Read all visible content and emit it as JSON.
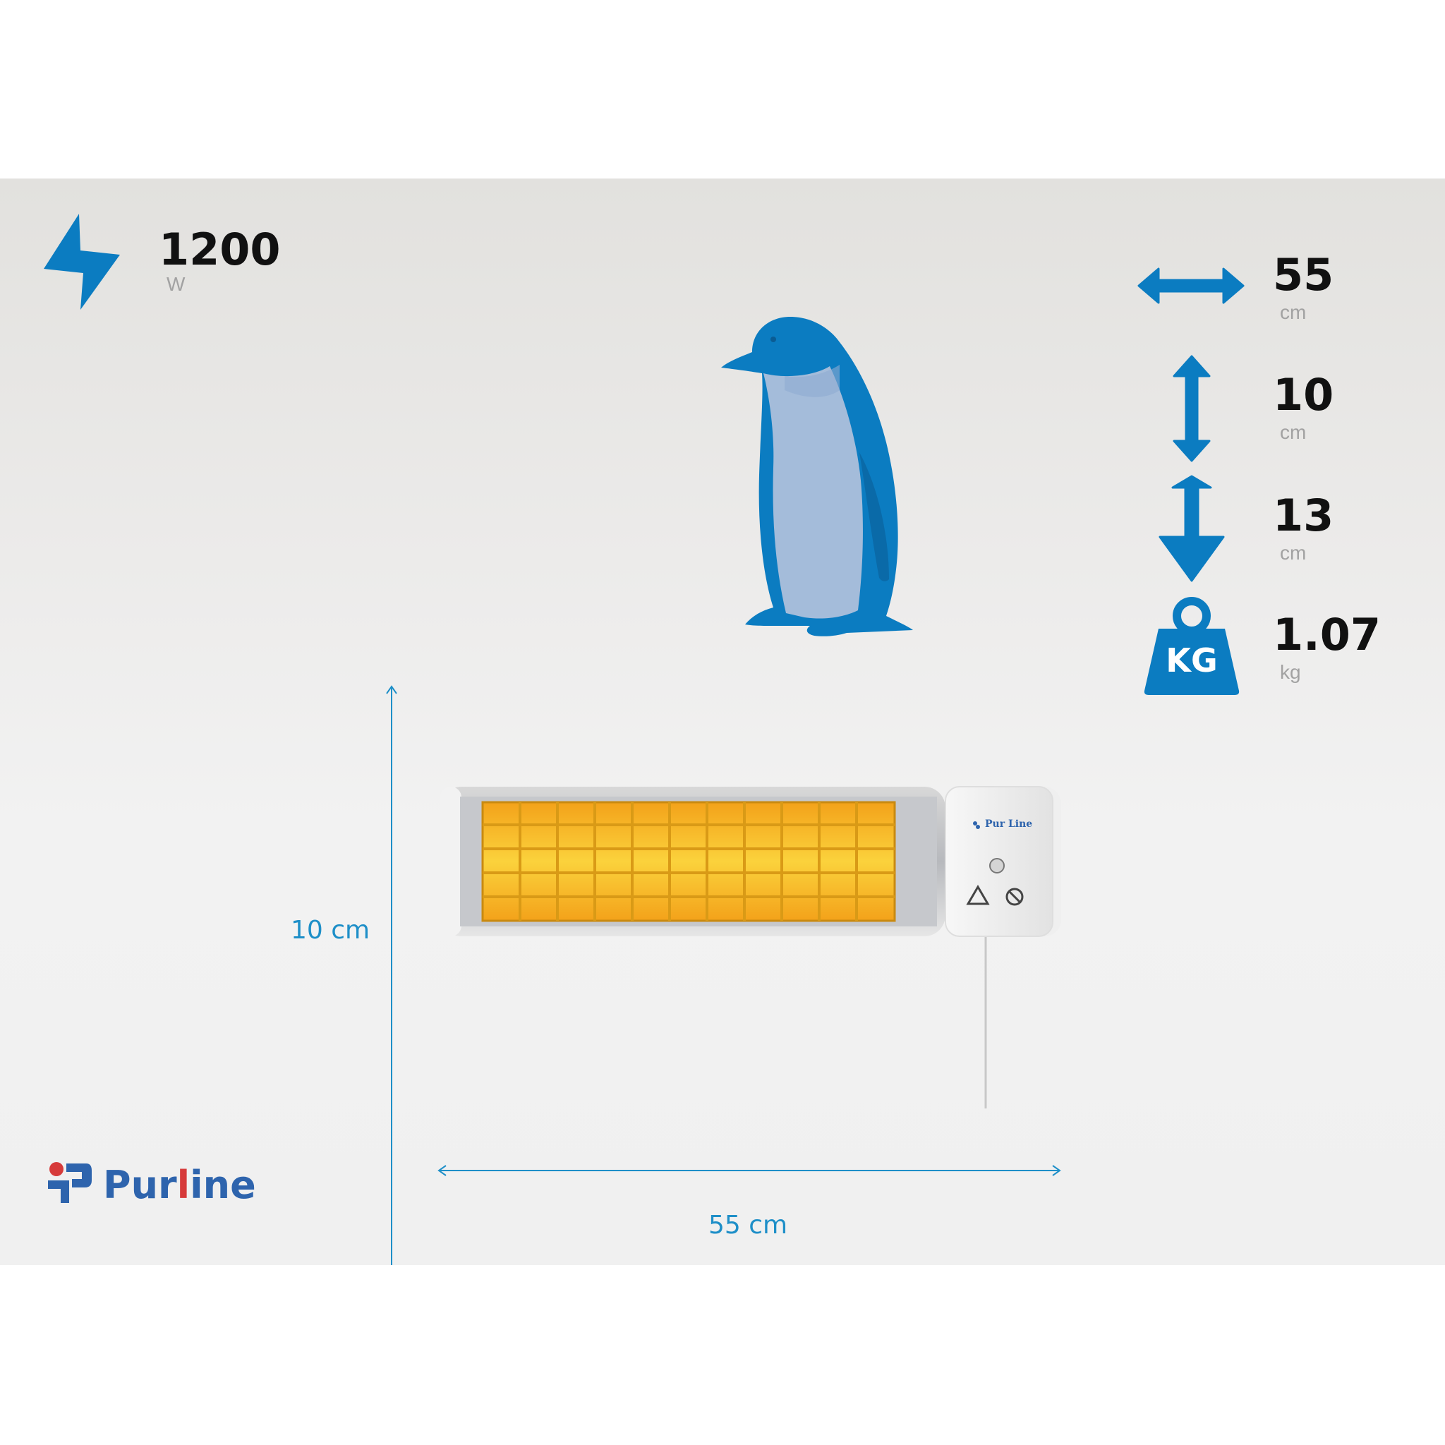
{
  "power": {
    "value": "1200",
    "unit": "W",
    "icon": "lightning-bolt-icon"
  },
  "specs": [
    {
      "icon": "width-arrow-icon",
      "value": "55",
      "unit": "cm"
    },
    {
      "icon": "height-arrow-icon",
      "value": "10",
      "unit": "cm"
    },
    {
      "icon": "depth-arrow-icon",
      "value": "13",
      "unit": "cm"
    },
    {
      "icon": "weight-icon",
      "icon_text": "KG",
      "value": "1.07",
      "unit": "kg"
    }
  ],
  "dimensions": {
    "height_label": "10 cm",
    "width_label": "55 cm"
  },
  "heater": {
    "panel_brand": "Pur Line"
  },
  "brand": {
    "name_start": "Pur",
    "name_highlight": "l",
    "name_end": "ine"
  },
  "colors": {
    "accent": "#0b7cc1",
    "dimension": "#1e8fc8",
    "brand_blue": "#2e64ad",
    "brand_red": "#d63a3a",
    "penguin_body": "#a4bcda",
    "heater_glow": "#f7b81f"
  }
}
